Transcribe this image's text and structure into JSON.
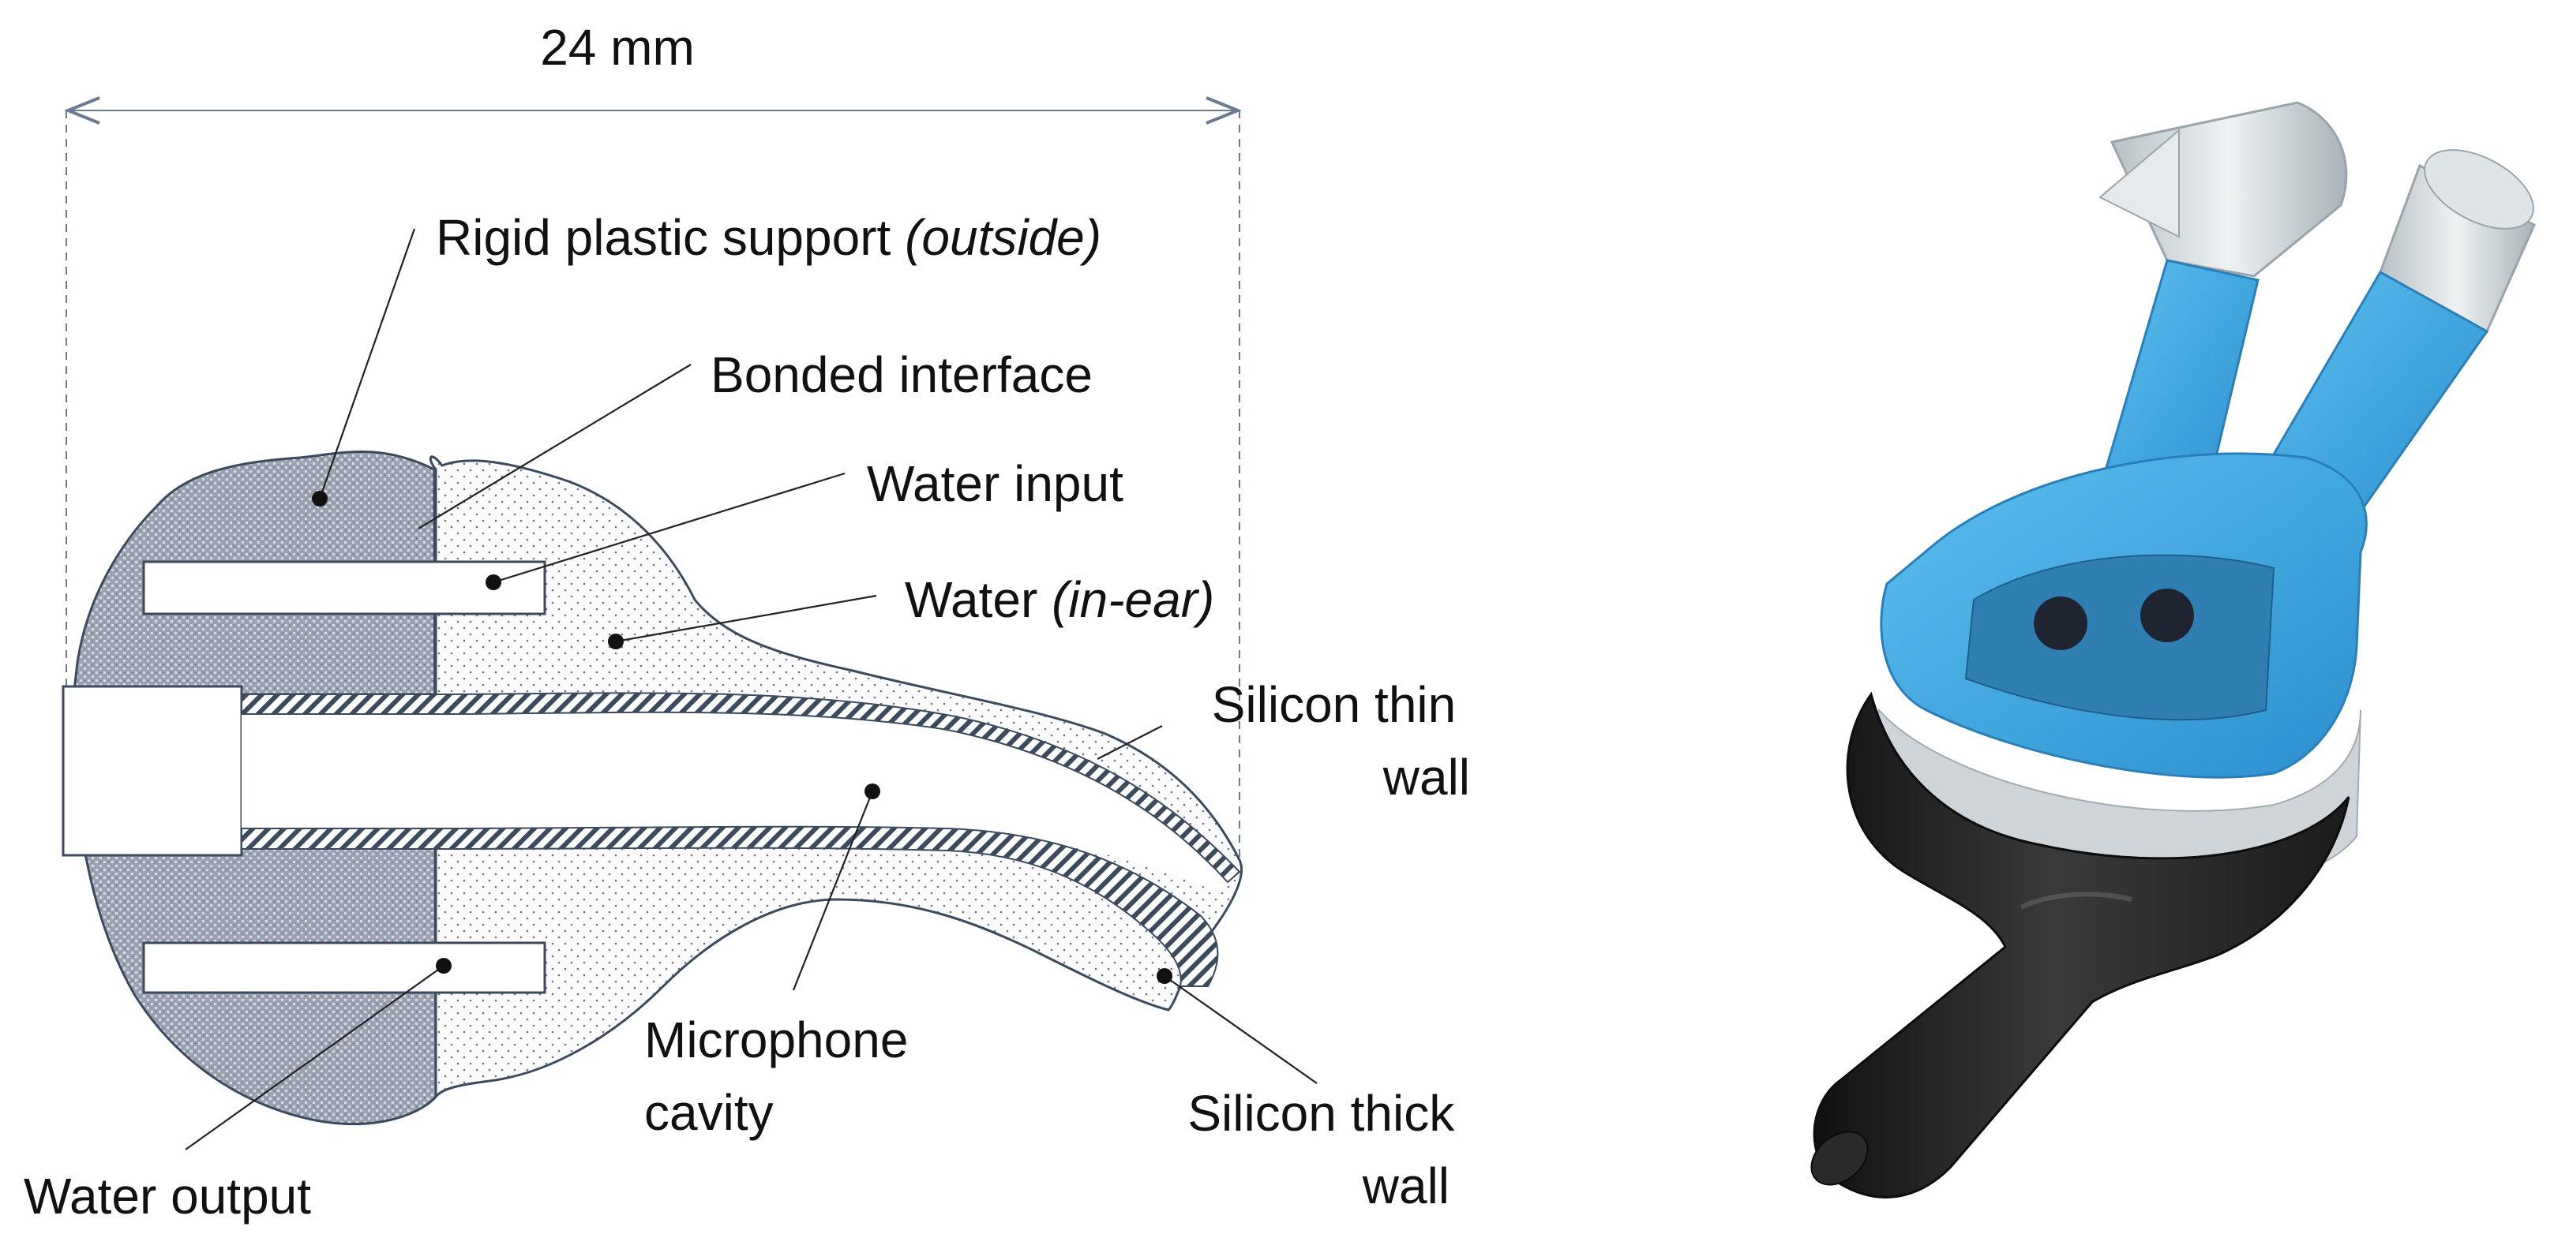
{
  "diagram": {
    "dimension": {
      "value": "24 mm"
    },
    "labels": {
      "rigid_support": {
        "main": "Rigid plastic support ",
        "qualifier": "(outside)"
      },
      "bonded_interface": "Bonded interface",
      "water_input": "Water input",
      "water_in_ear": {
        "main": "Water ",
        "qualifier": "(in-ear)"
      },
      "silicon_thin_wall": {
        "line1": "Silicon thin",
        "line2": "wall"
      },
      "microphone_cavity": {
        "line1": "Microphone",
        "line2": "cavity"
      },
      "silicon_thick_wall": {
        "line1": "Silicon thick",
        "line2": "wall"
      },
      "water_output": "Water output"
    }
  },
  "photo": {
    "colors": {
      "tip": "#2b2b2b",
      "collar": "#3aa3df",
      "tubes": "#4ab0e6",
      "clear_tube": "#cfd6d9"
    }
  },
  "colors": {
    "outline": "#3c4a5e",
    "support_fill": "#8f98a8",
    "silicone_fill": "#f4f5f7",
    "leader": "#222222"
  }
}
